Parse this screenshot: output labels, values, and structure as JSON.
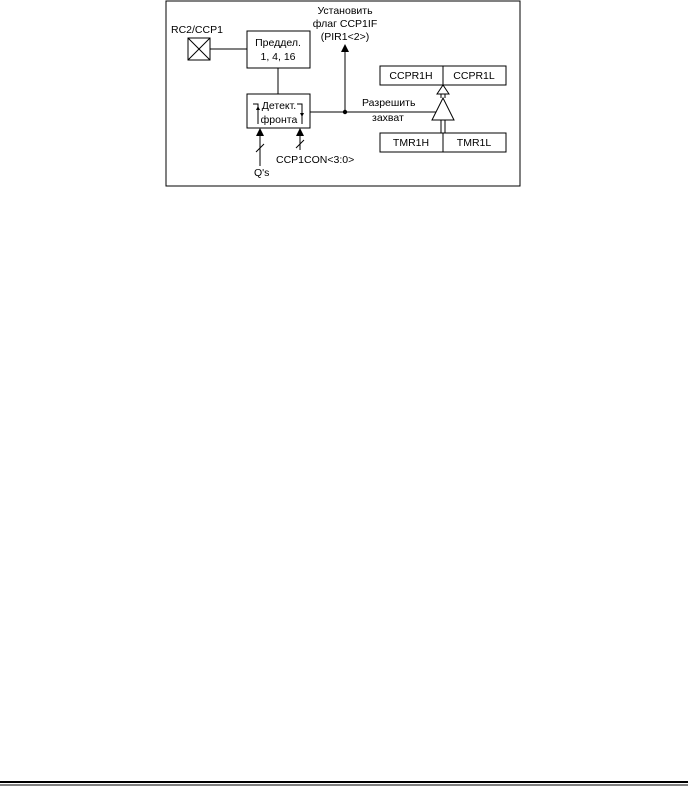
{
  "diagram": {
    "pin_label": "RC2/CCP1",
    "prescaler": {
      "line1": "Преддел.",
      "line2": "1, 4, 16"
    },
    "edge_detect": {
      "line1": "Детект.",
      "line2": "фронта"
    },
    "set_flag": {
      "line1": "Установить",
      "line2": "флаг CCP1IF",
      "line3": "(PIR1<2>)"
    },
    "capture_enable": {
      "line1": "Разрешить",
      "line2": "захват"
    },
    "ccpr1h": "CCPR1H",
    "ccpr1l": "CCPR1L",
    "tmr1h": "TMR1H",
    "tmr1l": "TMR1L",
    "qs_label": "Q's",
    "ccp1con_label": "CCP1CON<3:0>"
  },
  "colors": {
    "line": "#000000",
    "background": "#ffffff"
  }
}
